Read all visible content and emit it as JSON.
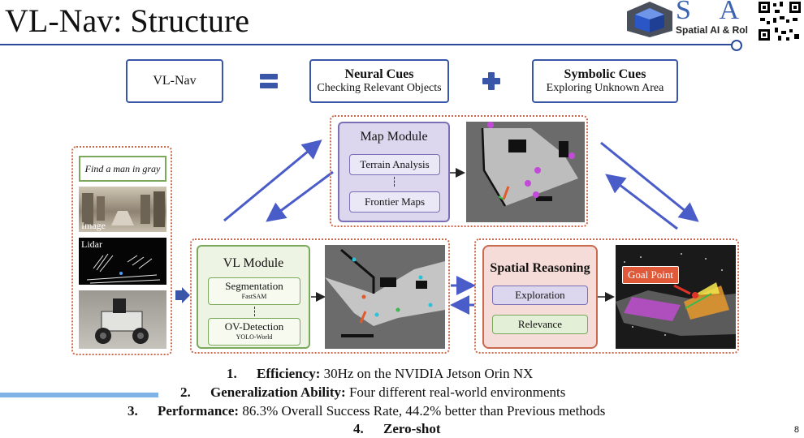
{
  "slide": {
    "title": "VL-Nav: Structure",
    "page_number": "8"
  },
  "logo": {
    "text": "S A I",
    "subtitle": "Spatial AI & Rol"
  },
  "equation": {
    "lhs": "VL-Nav",
    "neural_title": "Neural Cues",
    "neural_sub": "Checking Relevant Objects",
    "symbolic_title": "Symbolic Cues",
    "symbolic_sub": "Exploring Unknown Area"
  },
  "inputs": {
    "prompt": "Find a man in gray",
    "image_label": "Image",
    "lidar_label": "Lidar"
  },
  "map_module": {
    "title": "Map Module",
    "terrain": "Terrain Analysis",
    "frontier": "Frontier Maps"
  },
  "vl_module": {
    "title": "VL Module",
    "segmentation": "Segmentation",
    "segmentation_sub": "FastSAM",
    "ov_detection": "OV-Detection",
    "ov_detection_sub": "YOLO-World"
  },
  "spatial": {
    "title": "Spatial Reasoning",
    "exploration": "Exploration",
    "relevance": "Relevance"
  },
  "goal_label": "Goal Point",
  "highlights": [
    {
      "num": "1.",
      "bold": "Efficiency:",
      "text": " 30Hz on the NVIDIA Jetson Orin NX"
    },
    {
      "num": "2.",
      "bold": "Generalization Ability:",
      "text": " Four different real-world environments"
    },
    {
      "num": "3.",
      "bold": "Performance:",
      "text": " 86.3% Overall Success Rate, 44.2% better than Previous methods"
    },
    {
      "num": "4.",
      "bold": "Zero-shot",
      "text": ""
    }
  ],
  "colors": {
    "accent": "#3a56a8",
    "arrow": "#4a5cc8",
    "dotted_border": "#c96a4e"
  }
}
